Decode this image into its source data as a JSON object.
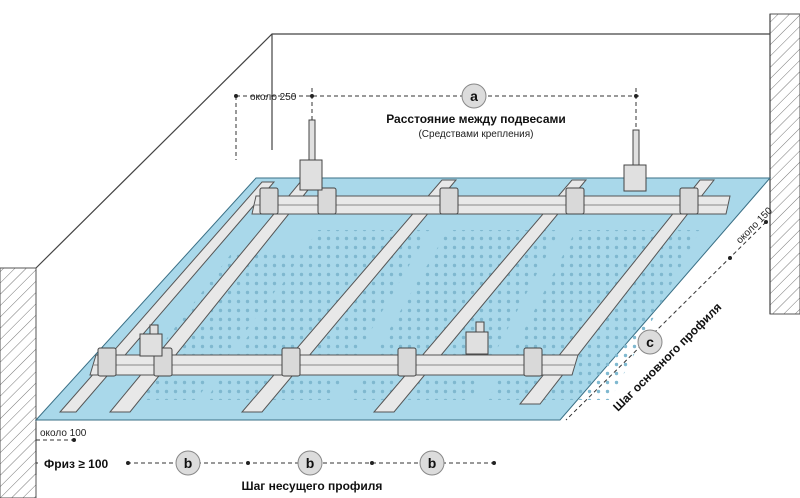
{
  "labels": {
    "about_250": "около 250",
    "dimension_a": "a",
    "hanger_distance": "Расстояние между подвесами",
    "fastening_means": "(Средствами крепления)",
    "about_150": "около 150",
    "dimension_c": "c",
    "main_profile_step": "Шаг основного профиля",
    "about_100": "около 100",
    "frieze": "Фриз ≥ 100",
    "dimension_b": "b",
    "carrier_profile_step": "Шаг несущего профиля"
  },
  "colors": {
    "panel_blue": "#a9d8ea",
    "panel_dots": "#7fb8cf",
    "profile": "#e8e8e8",
    "profile_edge": "#555555",
    "wall_hatch": "#666666",
    "marker_fill": "#dcdcdc"
  }
}
